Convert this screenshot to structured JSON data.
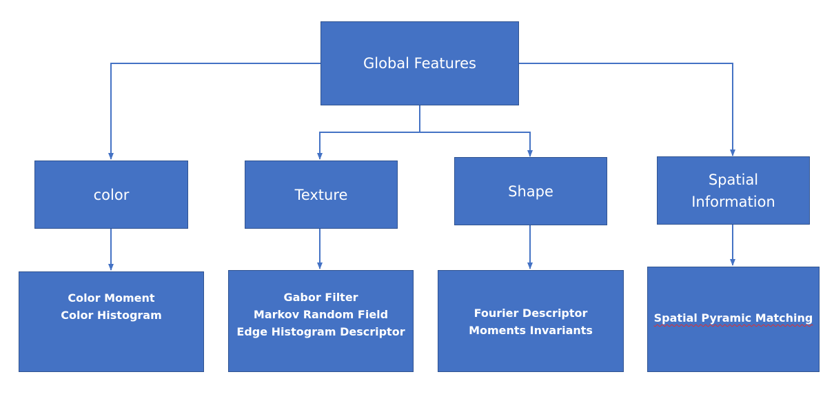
{
  "root": {
    "label": "Global Features"
  },
  "categories": [
    {
      "lines": [
        "color"
      ]
    },
    {
      "lines": [
        "Texture"
      ]
    },
    {
      "lines": [
        "Shape"
      ]
    },
    {
      "lines": [
        "Spatial",
        "Information"
      ]
    }
  ],
  "details": [
    {
      "lines": [
        "Color Moment",
        "Color Histogram"
      ]
    },
    {
      "lines": [
        "Gabor Filter",
        "Markov Random Field",
        "Edge Histogram Descriptor"
      ]
    },
    {
      "lines": [
        "Fourier Descriptor",
        "Moments Invariants"
      ]
    },
    {
      "lines": [
        "Spatial Pyramic Matching"
      ]
    }
  ],
  "colors": {
    "box_fill": "#4472c4",
    "box_border": "#2f528f",
    "connector": "#4472c4",
    "text": "#ffffff"
  }
}
